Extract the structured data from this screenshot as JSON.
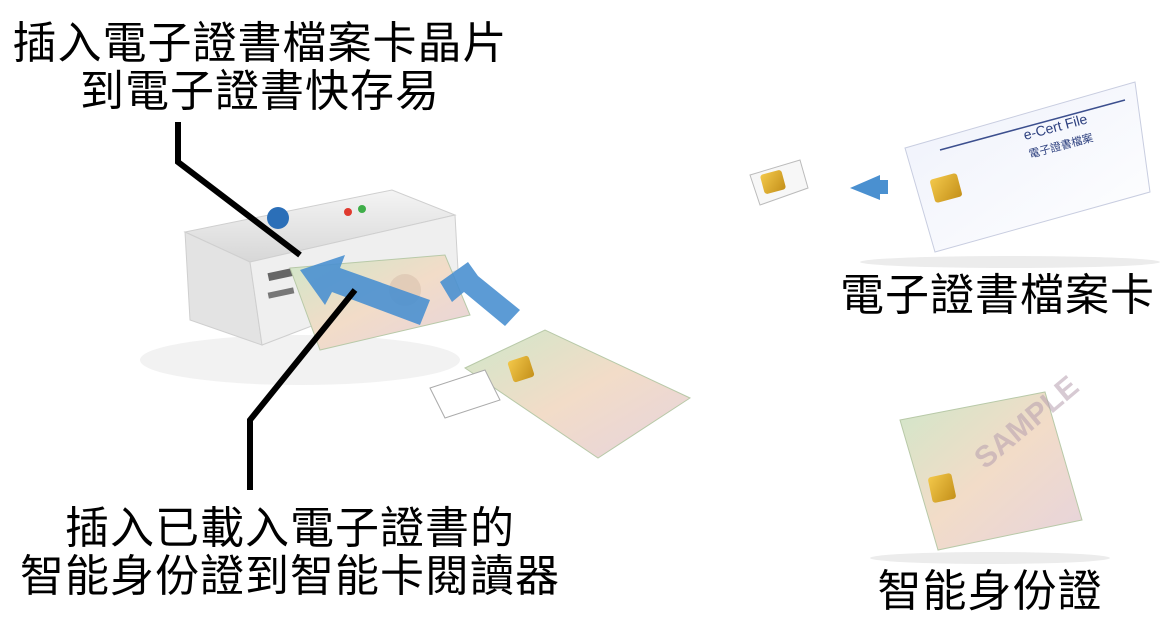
{
  "captions": {
    "insert_sim_line1": "插入電子證書檔案卡晶片",
    "insert_sim_line2": "到電子證書快存易",
    "insert_card_line1": "插入已載入電子證書的",
    "insert_card_line2": "智能身份證到智能卡閱讀器",
    "ecert_file_card": "電子證書檔案卡",
    "smart_id_card": "智能身份證"
  },
  "ecert_card_text": {
    "title": "e-Cert File",
    "subtitle": "電子證書檔案"
  },
  "id_card_text": {
    "sample": "SAMPLE"
  },
  "colors": {
    "arrow": "#4a90d0",
    "chip": "#d9a521",
    "leader_line": "#000000"
  }
}
